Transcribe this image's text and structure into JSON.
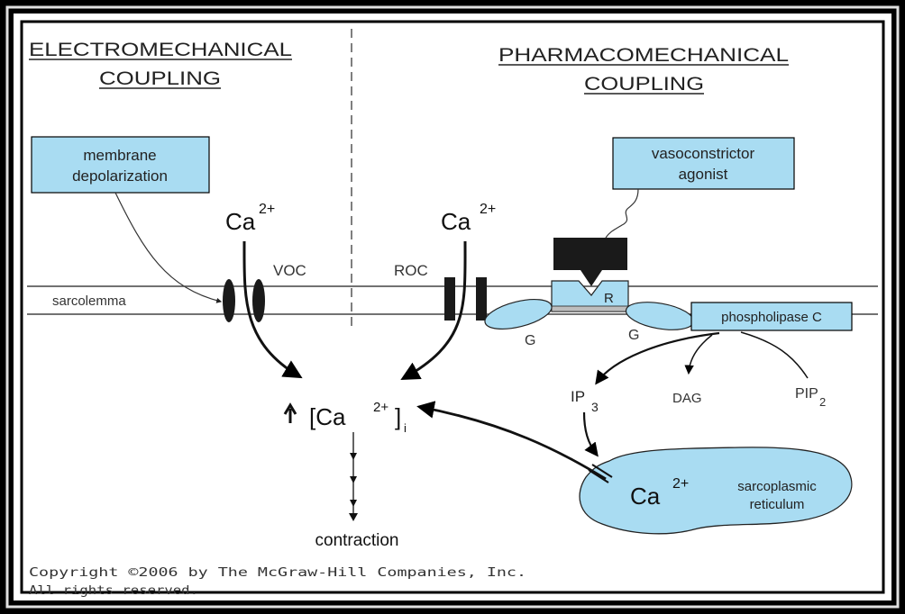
{
  "headings": {
    "electro_line1": "ELECTROMECHANICAL",
    "electro_line2": "COUPLING",
    "pharmaco_line1": "PHARMACOMECHANICAL",
    "pharmaco_line2": "COUPLING"
  },
  "boxes": {
    "membrane_line1": "membrane",
    "membrane_line2": "depolarization",
    "vaso_line1": "vasoconstrictor",
    "vaso_line2": "agonist",
    "plc": "phospholipase C"
  },
  "labels": {
    "ca": "Ca",
    "ca_charge": "2+",
    "voc": "VOC",
    "roc": "ROC",
    "sarcolemma": "sarcolemma",
    "g_left": "G",
    "g_right": "G",
    "receptor": "R",
    "ip": "IP",
    "ip_sub": "3",
    "dag": "DAG",
    "pip": "PIP",
    "pip_sub": "2",
    "intracellular_open": "[Ca",
    "intracellular_close": "]",
    "intracellular_sub": "i",
    "contraction": "contraction",
    "sr_line1": "sarcoplasmic",
    "sr_line2": "reticulum"
  },
  "copyright": {
    "line1": "Copyright ©2006 by The McGraw-Hill Companies, Inc.",
    "line2": "All rights reserved."
  },
  "colors": {
    "box_fill": "#a9dcf2",
    "border": "#000000",
    "panel": "#ffffff"
  }
}
